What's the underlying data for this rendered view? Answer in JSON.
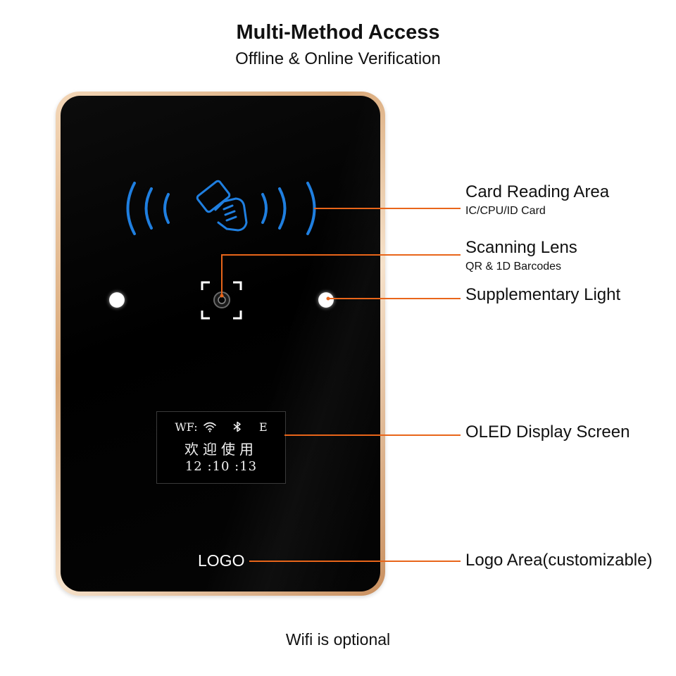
{
  "header": {
    "title": "Multi-Method Access",
    "subtitle": "Offline & Online Verification"
  },
  "device": {
    "oled": {
      "line1_prefix": "WF:",
      "line1_suffix": "E",
      "line2": "欢迎使用",
      "line3": "12 :10 :13"
    },
    "logo_text": "LOGO"
  },
  "callouts": [
    {
      "label": "Card Reading Area",
      "sublabel": "IC/CPU/ID Card"
    },
    {
      "label": "Scanning Lens",
      "sublabel": "QR & 1D Barcodes"
    },
    {
      "label": "Supplementary Light"
    },
    {
      "label": "OLED Display Screen"
    },
    {
      "label": "Logo Area(customizable)"
    }
  ],
  "footer": {
    "note": "Wifi is optional"
  },
  "colors": {
    "leader_line": "#e8651a",
    "nfc_wave": "#1f7fe0",
    "frame_gold": "#d9a878",
    "face": "#000000"
  },
  "icons": [
    "nfc-wave-icon",
    "card-hand-icon",
    "camera-lens-icon",
    "wifi-icon",
    "bluetooth-icon"
  ]
}
